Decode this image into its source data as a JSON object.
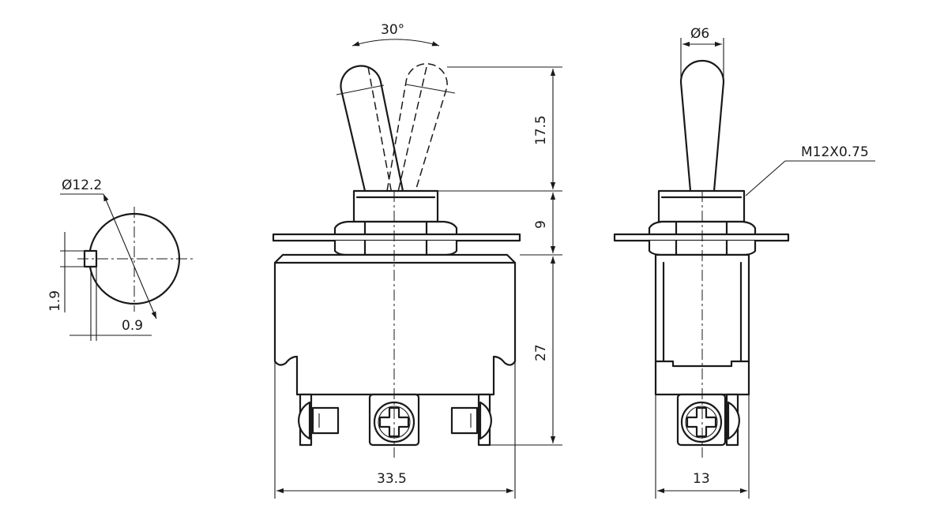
{
  "drawing": {
    "dimensions": {
      "keyway_diameter": "Ø12.2",
      "keyway_height": "1.9",
      "keyway_width": "0.9",
      "lever_angle": "30°",
      "lever_height": "17.5",
      "bushing_height": "9",
      "body_height": "27",
      "body_width": "33.5",
      "lever_diameter": "Ø6",
      "thread_spec": "M12X0.75",
      "body_depth": "13"
    }
  }
}
